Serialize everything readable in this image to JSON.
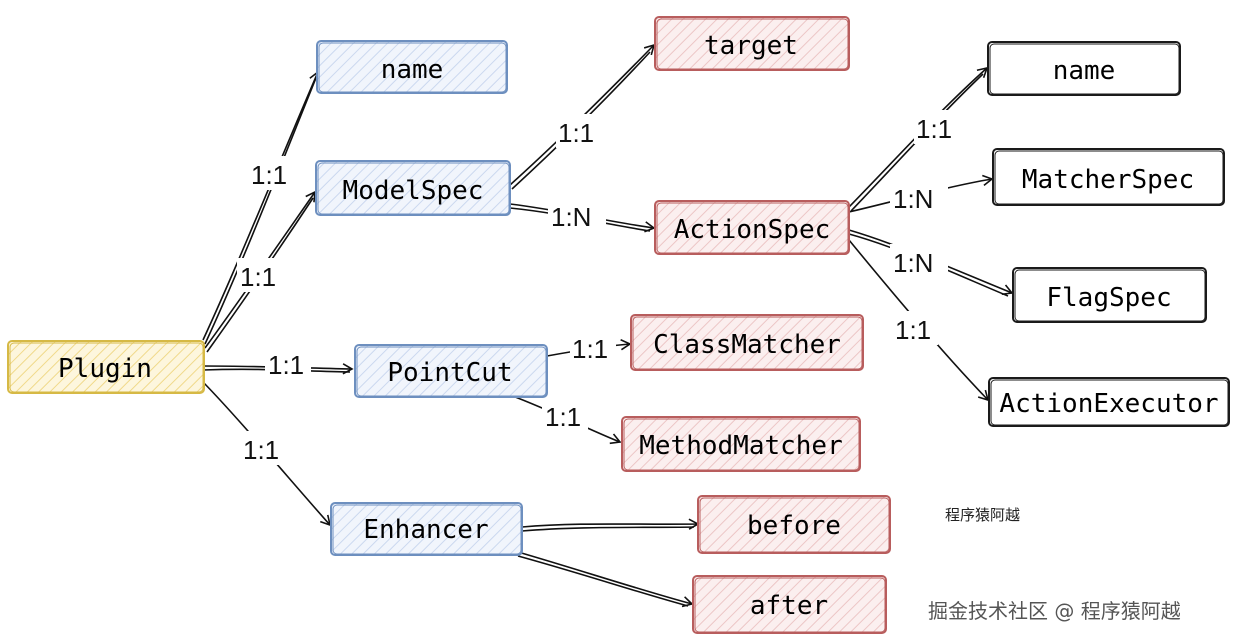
{
  "colors": {
    "yellow_border": "#d6b945",
    "yellow_fill": "#fbeec0",
    "blue_border": "#6d8fbf",
    "blue_fill": "#dde7f6",
    "red_border": "#b85d5d",
    "red_fill": "#f4d9d9",
    "black_border": "#1a1a1a",
    "black_fill": "#ffffff"
  },
  "nodes": {
    "plugin": "Plugin",
    "name_top": "name",
    "modelspec": "ModelSpec",
    "pointcut": "PointCut",
    "enhancer": "Enhancer",
    "target": "target",
    "actionspec": "ActionSpec",
    "classmatcher": "ClassMatcher",
    "methodmatcher": "MethodMatcher",
    "before": "before",
    "after": "after",
    "name_right": "name",
    "matcherspec": "MatcherSpec",
    "flagspec": "FlagSpec",
    "actionexecutor": "ActionExecutor"
  },
  "labels": {
    "plugin_name": "1:1",
    "plugin_modelspec": "1:1",
    "plugin_pointcut": "1:1",
    "plugin_enhancer": "1:1",
    "modelspec_target": "1:1",
    "modelspec_actionspec": "1:N",
    "pointcut_classmatcher": "1:1",
    "pointcut_methodmatcher": "1:1",
    "actionspec_name": "1:1",
    "actionspec_matcherspec": "1:N",
    "actionspec_flagspec": "1:N",
    "actionspec_actionexecutor": "1:1"
  },
  "caption": "程序猿阿越",
  "watermark": "掘金技术社区 @ 程序猿阿越"
}
